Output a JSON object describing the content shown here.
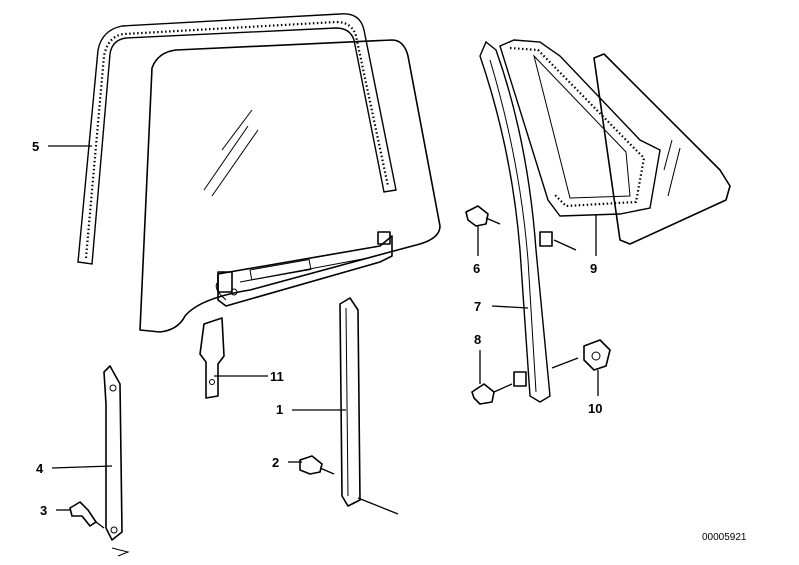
{
  "diagram": {
    "reference_number": "00005921",
    "callouts": [
      {
        "id": "c1",
        "label": "1"
      },
      {
        "id": "c2",
        "label": "2"
      },
      {
        "id": "c3",
        "label": "3"
      },
      {
        "id": "c4",
        "label": "4"
      },
      {
        "id": "c5",
        "label": "5"
      },
      {
        "id": "c6",
        "label": "6"
      },
      {
        "id": "c7",
        "label": "7"
      },
      {
        "id": "c8",
        "label": "8"
      },
      {
        "id": "c9",
        "label": "9"
      },
      {
        "id": "c10",
        "label": "10"
      },
      {
        "id": "c11",
        "label": "11"
      }
    ]
  }
}
